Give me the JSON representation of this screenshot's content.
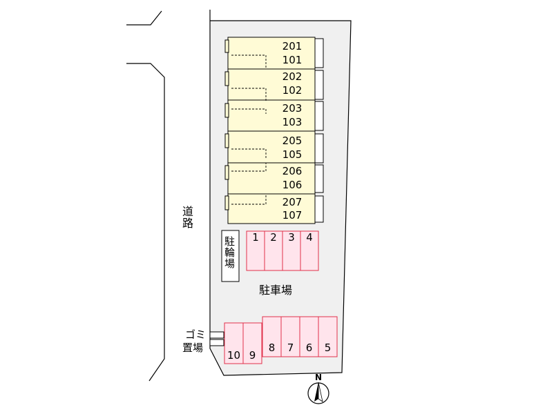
{
  "road_label": "道路",
  "bicycle_parking_label": "駐輪場",
  "parking_label": "駐車場",
  "garbage_label_line1": "ゴミ",
  "garbage_label_line2": "置場",
  "north_label": "N",
  "units": [
    {
      "upper": "201",
      "lower": "101"
    },
    {
      "upper": "202",
      "lower": "102"
    },
    {
      "upper": "203",
      "lower": "103"
    },
    {
      "upper": "205",
      "lower": "105"
    },
    {
      "upper": "206",
      "lower": "106"
    },
    {
      "upper": "207",
      "lower": "107"
    }
  ],
  "parking_top": [
    "1",
    "2",
    "3",
    "4"
  ],
  "parking_bottom_right": [
    "8",
    "7",
    "6",
    "5"
  ],
  "parking_bottom_left": [
    "10",
    "9"
  ],
  "colors": {
    "lot": "#f0f0f0",
    "building": "#fffbd6",
    "parking_fill": "#ffe4ec",
    "parking_stroke": "#e0304a"
  }
}
